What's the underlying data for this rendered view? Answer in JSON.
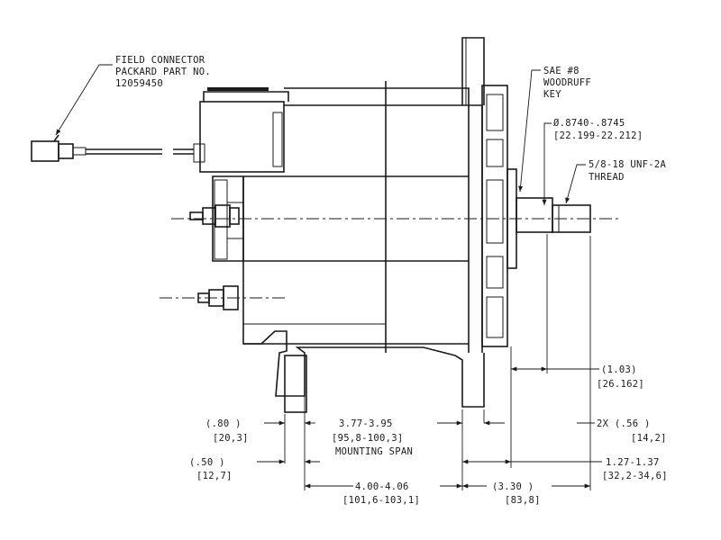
{
  "labels": {
    "field_connector": [
      "FIELD CONNECTOR",
      "PACKARD PART NO.",
      "12059450"
    ],
    "woodruff_key": [
      "SAE #8",
      "WOODRUFF",
      "KEY"
    ],
    "shaft_diameter": [
      "Ø.8740-.8745",
      "[22.199-22.212]"
    ],
    "thread": [
      "5/8-18 UNF-2A",
      "THREAD"
    ]
  },
  "dimensions": {
    "d_103": [
      "(1.03)",
      "[26.162]"
    ],
    "d_080": [
      "(.80   )",
      "[20,3]"
    ],
    "d_mount": [
      "3.77-3.95",
      "[95,8-100,3]",
      "MOUNTING SPAN"
    ],
    "d_056": [
      "2X (.56  )",
      "[14,2]"
    ],
    "d_050": [
      "(.50   )",
      "[12,7]"
    ],
    "d_127": [
      "1.27-1.37",
      "[32,2-34,6]"
    ],
    "d_400": [
      "4.00-4.06",
      "[101,6-103,1]"
    ],
    "d_330": [
      "(3.30  )",
      "[83,8]"
    ]
  }
}
